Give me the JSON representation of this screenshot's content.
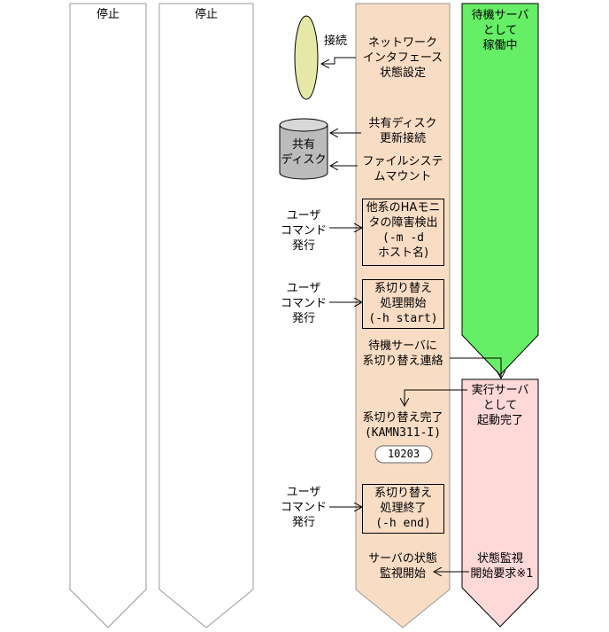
{
  "colors": {
    "stop_fill": "#ffffff",
    "active_fill": "#f8dcc4",
    "standby_fill": "#66ee66",
    "execute_fill": "#ffd8d8",
    "disk_fill": "#bbbbbb",
    "nic_fill": "#e6e8a8",
    "badge_fill": "#ffffff"
  },
  "lanes": {
    "stop1": "停止",
    "stop2": "停止",
    "standby": [
      "待機サーバ",
      "として",
      "稼働中"
    ],
    "execute": [
      "実行サーバ",
      "として",
      "起動完了"
    ]
  },
  "nic": {
    "connect_label": "接続"
  },
  "disk": {
    "label": [
      "共有",
      "ディスク"
    ]
  },
  "steps": {
    "nic_state": [
      "ネットワーク",
      "インタフェース",
      "状態設定"
    ],
    "disk_update": [
      "共有ディスク",
      "更新接続"
    ],
    "fs_mount": [
      "ファイルシステ",
      "ムマウント"
    ],
    "ha_detect": [
      "他系のHAモニ",
      "タの障害検出",
      "(-m -d",
      "ホスト名)"
    ],
    "switch_start": [
      "系切り替え",
      "処理開始",
      "(-h start)"
    ],
    "notify_standby": [
      "待機サーバに",
      "系切り替え連絡"
    ],
    "switch_complete": [
      "系切り替え完了",
      "(KAMN311-I)"
    ],
    "badge": "10203",
    "switch_end": [
      "系切り替え",
      "処理終了",
      "(-h end)"
    ],
    "monitor_start": [
      "サーバの状態",
      "監視開始"
    ],
    "monitor_request": [
      "状態監視",
      "開始要求※1"
    ]
  },
  "user_cmd": {
    "cmd1": [
      "ユーザ",
      "コマンド",
      "発行"
    ],
    "cmd2": [
      "ユーザ",
      "コマンド",
      "発行"
    ],
    "cmd3": [
      "ユーザ",
      "コマンド",
      "発行"
    ]
  }
}
